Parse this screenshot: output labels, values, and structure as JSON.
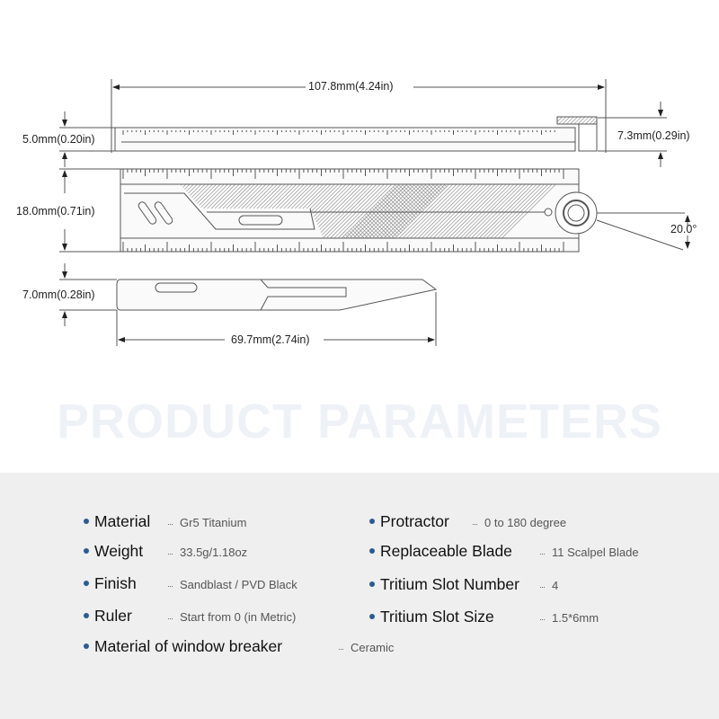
{
  "dimensions": {
    "overall_length": "107.8mm(4.24in)",
    "thickness": "5.0mm(0.20in)",
    "thickness_with_wheel": "7.3mm(0.29in)",
    "width": "18.0mm(0.71in)",
    "protractor_angle": "20.0°",
    "blade_width": "7.0mm(0.28in)",
    "blade_length": "69.7mm(2.74in)"
  },
  "title": "PRODUCT PARAMETERS",
  "colors": {
    "bullet": "#2c5b90",
    "panel": "#efefef",
    "title": "#eef2f7"
  },
  "params": [
    {
      "label": "Material",
      "value": "Gr5 Titanium"
    },
    {
      "label": "Weight",
      "value": "33.5g/1.18oz"
    },
    {
      "label": "Finish",
      "value": "Sandblast / PVD Black"
    },
    {
      "label": "Ruler",
      "value": "Start from 0 (in Metric)"
    },
    {
      "label": "Protractor",
      "value": "0 to 180 degree"
    },
    {
      "label": "Replaceable Blade",
      "value": "11 Scalpel Blade"
    },
    {
      "label": "Tritium Slot Number",
      "value": "4"
    },
    {
      "label": "Tritium Slot Size",
      "value": "1.5*6mm"
    },
    {
      "label": "Material of window breaker",
      "value": "Ceramic"
    }
  ],
  "separator": "···"
}
